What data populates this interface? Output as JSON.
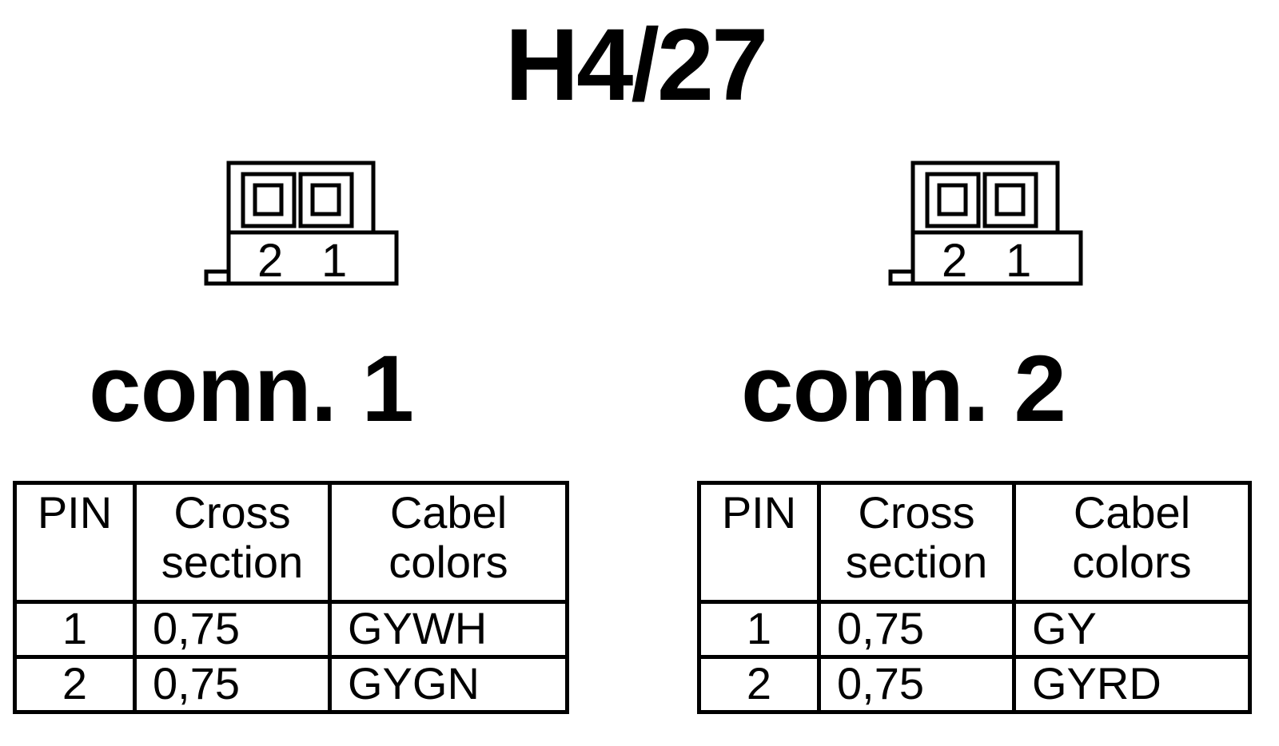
{
  "title": "H4/27",
  "connectors": [
    {
      "label": "conn. 1",
      "pin_numbers": [
        "2",
        "1"
      ],
      "headers": {
        "pin": "PIN",
        "cross_section": "Cross section",
        "cabel_colors": "Cabel colors"
      },
      "rows": [
        {
          "pin": "1",
          "cross_section": "0,75",
          "color": "GYWH"
        },
        {
          "pin": "2",
          "cross_section": "0,75",
          "color": "GYGN"
        }
      ]
    },
    {
      "label": "conn. 2",
      "pin_numbers": [
        "2",
        "1"
      ],
      "headers": {
        "pin": "PIN",
        "cross_section": "Cross section",
        "cabel_colors": "Cabel colors"
      },
      "rows": [
        {
          "pin": "1",
          "cross_section": "0,75",
          "color": "GY"
        },
        {
          "pin": "2",
          "cross_section": "0,75",
          "color": "GYRD"
        }
      ]
    }
  ]
}
